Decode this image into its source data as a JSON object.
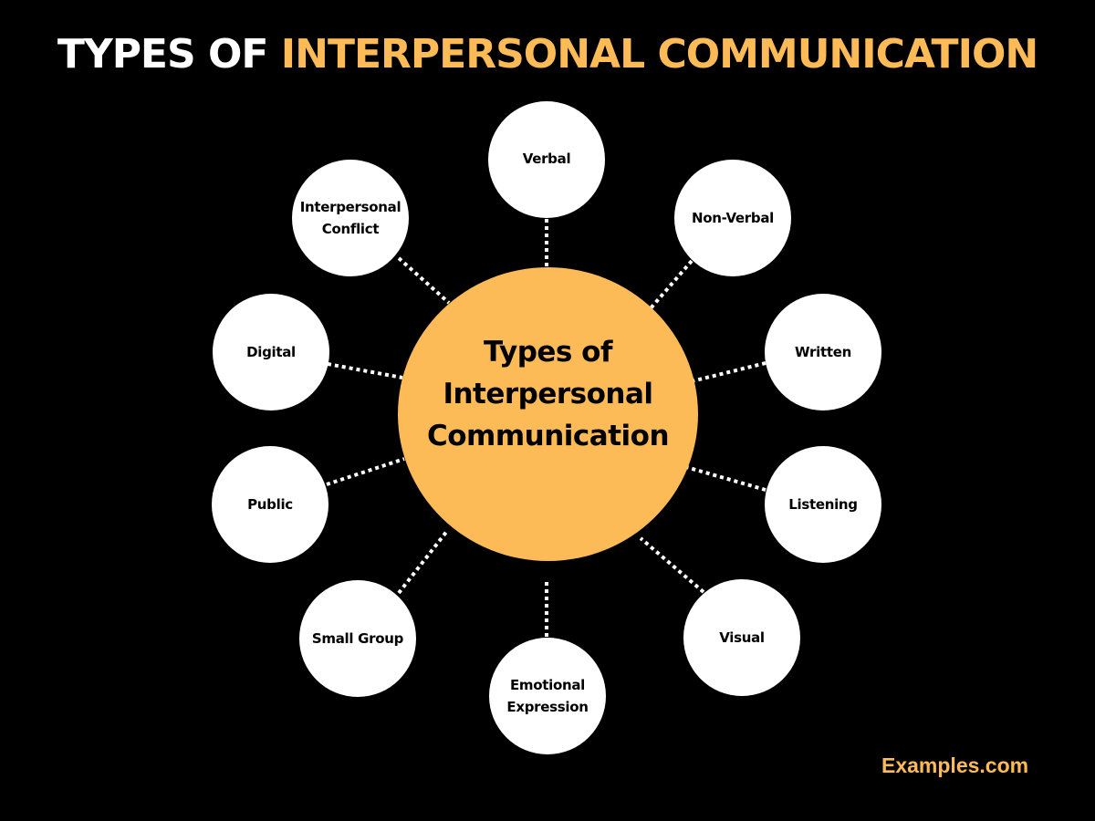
{
  "title": {
    "part1": "TYPES OF ",
    "part2": "INTERPERSONAL COMMUNICATION",
    "color_part1": "#ffffff",
    "color_part2": "#fdbb58"
  },
  "hub": {
    "line1": "Types of",
    "line2": "Interpersonal",
    "line3": "Communication",
    "color": "#fdbb58"
  },
  "nodes": [
    {
      "label": "Verbal",
      "lines": [
        "Verbal"
      ]
    },
    {
      "label": "Non-Verbal",
      "lines": [
        "Non-Verbal"
      ]
    },
    {
      "label": "Written",
      "lines": [
        "Written"
      ]
    },
    {
      "label": "Listening",
      "lines": [
        "Listening"
      ]
    },
    {
      "label": "Visual",
      "lines": [
        "Visual"
      ]
    },
    {
      "label": "Emotional Expression",
      "lines": [
        "Emotional",
        "Expression"
      ]
    },
    {
      "label": "Small Group",
      "lines": [
        "Small Group"
      ]
    },
    {
      "label": "Public",
      "lines": [
        "Public"
      ]
    },
    {
      "label": "Digital",
      "lines": [
        "Digital"
      ]
    },
    {
      "label": "Interpersonal Conflict",
      "lines": [
        "Interpersonal",
        "Conflict"
      ]
    }
  ],
  "brand": "Examples.com",
  "colors": {
    "background": "#000000",
    "accent": "#fdbb58",
    "node_fill": "#ffffff",
    "connector": "#ffffff"
  }
}
